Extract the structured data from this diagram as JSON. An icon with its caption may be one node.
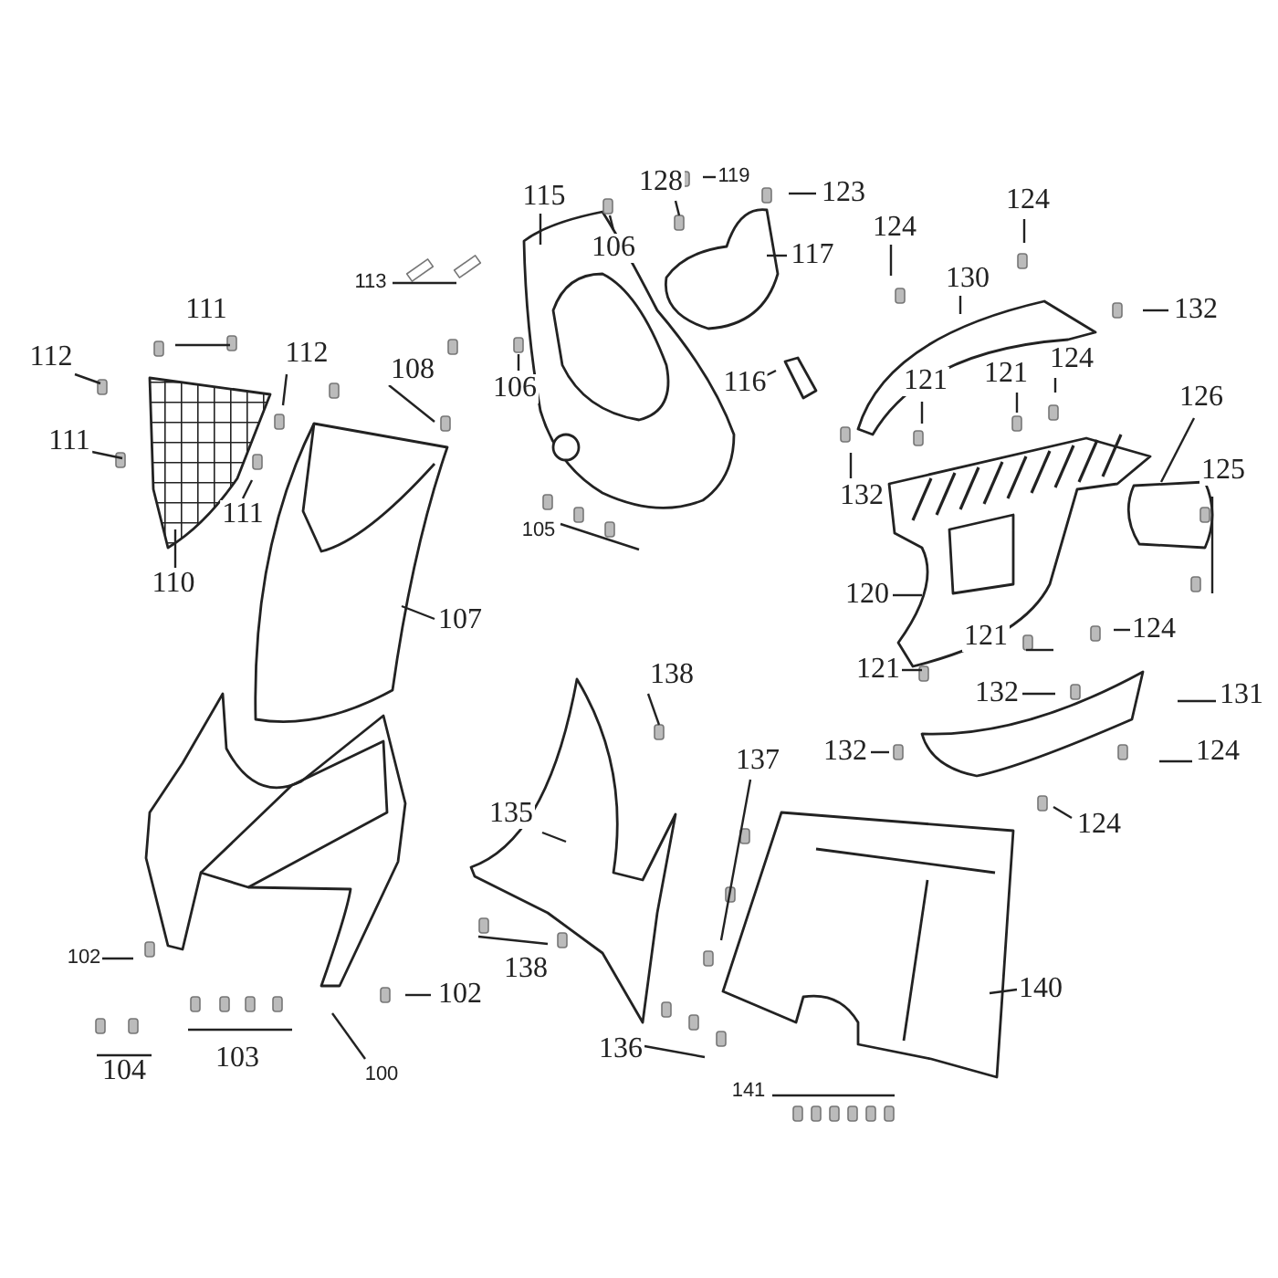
{
  "diagram": {
    "nodes": [
      {
        "text": [
          "128"
        ]
      },
      {
        "text": [
          "119"
        ]
      },
      {
        "text": [
          "123"
        ]
      },
      {
        "text": [
          "115"
        ]
      },
      {
        "text": [
          "106"
        ]
      },
      {
        "text": [
          "117"
        ]
      },
      {
        "text": [
          "124"
        ]
      },
      {
        "text": [
          "124"
        ]
      },
      {
        "text": [
          "130"
        ]
      },
      {
        "text": [
          "132"
        ]
      },
      {
        "text": [
          "113"
        ]
      },
      {
        "text": [
          "111"
        ]
      },
      {
        "text": [
          "112"
        ]
      },
      {
        "text": [
          "112"
        ]
      },
      {
        "text": [
          "108"
        ]
      },
      {
        "text": [
          "106"
        ]
      },
      {
        "text": [
          "116"
        ]
      },
      {
        "text": [
          "121"
        ]
      },
      {
        "text": [
          "121"
        ]
      },
      {
        "text": [
          "124"
        ]
      },
      {
        "text": [
          "126"
        ]
      },
      {
        "text": [
          "111"
        ]
      },
      {
        "text": [
          "111"
        ]
      },
      {
        "text": [
          "132"
        ]
      },
      {
        "text": [
          "125"
        ]
      },
      {
        "text": [
          "105"
        ]
      },
      {
        "text": [
          "110"
        ]
      },
      {
        "text": [
          "107"
        ]
      },
      {
        "text": [
          "120"
        ]
      },
      {
        "text": [
          "121"
        ]
      },
      {
        "text": [
          "124"
        ]
      },
      {
        "text": [
          "121"
        ]
      },
      {
        "text": [
          "138"
        ]
      },
      {
        "text": [
          "132"
        ]
      },
      {
        "text": [
          "131"
        ]
      },
      {
        "text": [
          "132"
        ]
      },
      {
        "text": [
          "124"
        ]
      },
      {
        "text": [
          "137"
        ]
      },
      {
        "text": [
          "124"
        ]
      },
      {
        "text": [
          "135"
        ]
      },
      {
        "text": [
          "102"
        ]
      },
      {
        "text": [
          "102"
        ]
      },
      {
        "text": [
          "138"
        ]
      },
      {
        "text": [
          "140"
        ]
      },
      {
        "text": [
          "103"
        ]
      },
      {
        "text": [
          "104"
        ]
      },
      {
        "text": [
          "100"
        ]
      },
      {
        "text": [
          "136"
        ]
      },
      {
        "text": [
          "141"
        ]
      }
    ],
    "edges": [
      {
        "from": 0,
        "to": null,
        "arrow": "none"
      },
      {
        "from": 1,
        "to": null,
        "arrow": "none"
      },
      {
        "from": 2,
        "to": null,
        "arrow": "none"
      },
      {
        "from": 3,
        "to": null,
        "arrow": "none"
      },
      {
        "from": 4,
        "to": null,
        "arrow": "none"
      },
      {
        "from": 5,
        "to": null,
        "arrow": "none"
      },
      {
        "from": 6,
        "to": null,
        "arrow": "none"
      },
      {
        "from": 7,
        "to": null,
        "arrow": "none"
      },
      {
        "from": 8,
        "to": null,
        "arrow": "none"
      },
      {
        "from": 9,
        "to": null,
        "arrow": "none"
      },
      {
        "from": 10,
        "to": null,
        "arrow": "none"
      },
      {
        "from": 11,
        "to": null,
        "arrow": "none"
      },
      {
        "from": 12,
        "to": null,
        "arrow": "none"
      },
      {
        "from": 13,
        "to": null,
        "arrow": "none"
      },
      {
        "from": 14,
        "to": null,
        "arrow": "none"
      },
      {
        "from": 15,
        "to": null,
        "arrow": "none"
      },
      {
        "from": 16,
        "to": null,
        "arrow": "none"
      },
      {
        "from": 17,
        "to": null,
        "arrow": "none"
      },
      {
        "from": 18,
        "to": null,
        "arrow": "none"
      },
      {
        "from": 19,
        "to": null,
        "arrow": "none"
      },
      {
        "from": 20,
        "to": null,
        "arrow": "none"
      },
      {
        "from": 21,
        "to": null,
        "arrow": "none"
      },
      {
        "from": 22,
        "to": null,
        "arrow": "none"
      },
      {
        "from": 23,
        "to": null,
        "arrow": "none"
      },
      {
        "from": 24,
        "to": null,
        "arrow": "none"
      },
      {
        "from": 25,
        "to": null,
        "arrow": "none"
      },
      {
        "from": 26,
        "to": null,
        "arrow": "none"
      },
      {
        "from": 27,
        "to": null,
        "arrow": "none"
      },
      {
        "from": 28,
        "to": null,
        "arrow": "none"
      },
      {
        "from": 29,
        "to": null,
        "arrow": "none"
      },
      {
        "from": 30,
        "to": null,
        "arrow": "none"
      },
      {
        "from": 31,
        "to": null,
        "arrow": "none"
      },
      {
        "from": 32,
        "to": null,
        "arrow": "none"
      },
      {
        "from": 33,
        "to": null,
        "arrow": "none"
      },
      {
        "from": 34,
        "to": null,
        "arrow": "none"
      },
      {
        "from": 35,
        "to": null,
        "arrow": "none"
      },
      {
        "from": 36,
        "to": null,
        "arrow": "none"
      },
      {
        "from": 37,
        "to": null,
        "arrow": "none"
      },
      {
        "from": 38,
        "to": null,
        "arrow": "none"
      },
      {
        "from": 39,
        "to": null,
        "arrow": "none"
      },
      {
        "from": 40,
        "to": null,
        "arrow": "none"
      },
      {
        "from": 41,
        "to": null,
        "arrow": "none"
      },
      {
        "from": 42,
        "to": null,
        "arrow": "none"
      },
      {
        "from": 43,
        "to": null,
        "arrow": "none"
      },
      {
        "from": 44,
        "to": null,
        "arrow": "none"
      },
      {
        "from": 45,
        "to": null,
        "arrow": "none"
      },
      {
        "from": 46,
        "to": null,
        "arrow": "none"
      },
      {
        "from": 47,
        "to": null,
        "arrow": "none"
      },
      {
        "from": 48,
        "to": null,
        "arrow": "none"
      }
    ]
  }
}
